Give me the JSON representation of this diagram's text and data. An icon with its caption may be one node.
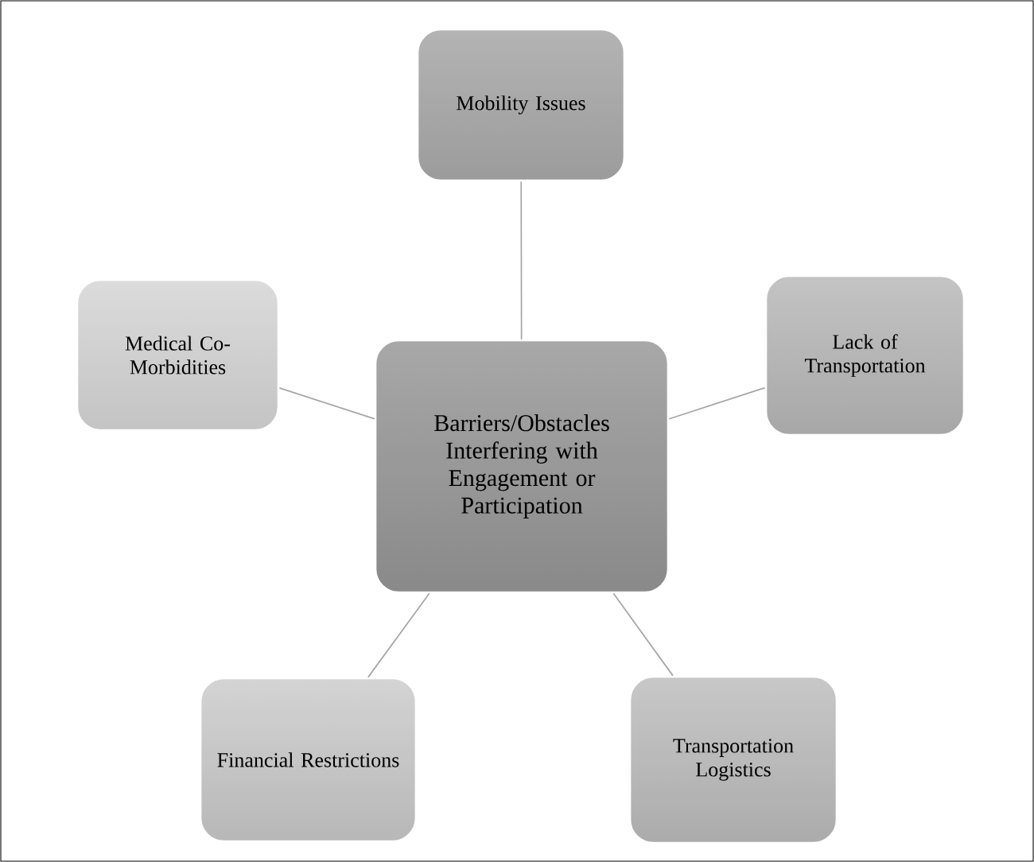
{
  "diagram": {
    "nodes": [
      {
        "text": [
          "Barriers/Obstacles Interfering with Engagement or Participation"
        ]
      },
      {
        "text": [
          "Mobility Issues"
        ]
      },
      {
        "text": [
          "Lack of Transportation"
        ]
      },
      {
        "text": [
          "Transportation Logistics"
        ]
      },
      {
        "text": [
          "Financial Restrictions"
        ]
      },
      {
        "text": [
          "Medical Co-Morbidities"
        ]
      }
    ],
    "edges": [
      {
        "from": 0,
        "to": 1,
        "arrow": "none"
      },
      {
        "from": 0,
        "to": 2,
        "arrow": "none"
      },
      {
        "from": 0,
        "to": 3,
        "arrow": "none"
      },
      {
        "from": 0,
        "to": 4,
        "arrow": "none"
      },
      {
        "from": 0,
        "to": 5,
        "arrow": "none"
      }
    ]
  }
}
